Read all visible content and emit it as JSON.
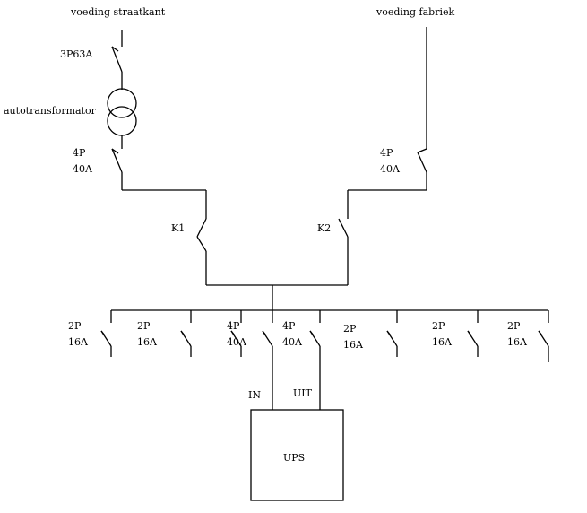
{
  "supply": {
    "street": "voeding straatkant",
    "factory": "voeding fabriek"
  },
  "breakers": {
    "main_street": "3P63A",
    "autotransformer": "autotransformator",
    "street_poles": "4P",
    "street_rating": "40A",
    "factory_poles": "4P",
    "factory_rating": "40A"
  },
  "contactors": {
    "k1": "K1",
    "k2": "K2"
  },
  "feeders": [
    {
      "poles": "2P",
      "rating": "16A"
    },
    {
      "poles": "2P",
      "rating": "16A"
    },
    {
      "poles": "4P",
      "rating": "40A"
    },
    {
      "poles": "4P",
      "rating": "40A"
    },
    {
      "poles": "2P",
      "rating": "16A"
    },
    {
      "poles": "2P",
      "rating": "16A"
    },
    {
      "poles": "2P",
      "rating": "16A"
    }
  ],
  "ups": {
    "label": "UPS",
    "in": "IN",
    "out": "UIT"
  }
}
